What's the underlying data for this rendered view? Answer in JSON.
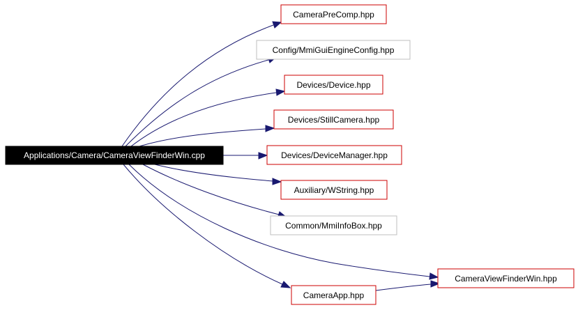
{
  "colors": {
    "root_fill": "#000000",
    "root_text": "#ffffff",
    "node_border_red": "#cc0000",
    "node_border_gray": "#bfbfbf",
    "edge": "#191970"
  },
  "root": {
    "label": "Applications/Camera/CameraViewFinderWin.cpp"
  },
  "nodes": [
    {
      "id": "camera-pre-comp",
      "label": "CameraPreComp.hpp",
      "border": "red"
    },
    {
      "id": "mmi-gui-engine-config",
      "label": "Config/MmiGuiEngineConfig.hpp",
      "border": "gray"
    },
    {
      "id": "devices-device",
      "label": "Devices/Device.hpp",
      "border": "red"
    },
    {
      "id": "devices-still-camera",
      "label": "Devices/StillCamera.hpp",
      "border": "red"
    },
    {
      "id": "devices-device-manager",
      "label": "Devices/DeviceManager.hpp",
      "border": "red"
    },
    {
      "id": "auxiliary-wstring",
      "label": "Auxiliary/WString.hpp",
      "border": "red"
    },
    {
      "id": "common-mmi-info-box",
      "label": "Common/MmiInfoBox.hpp",
      "border": "gray"
    },
    {
      "id": "camera-view-finder-win",
      "label": "CameraViewFinderWin.hpp",
      "border": "red"
    },
    {
      "id": "camera-app",
      "label": "CameraApp.hpp",
      "border": "red"
    }
  ],
  "edges": [
    {
      "from": "root",
      "to": "camera-pre-comp"
    },
    {
      "from": "root",
      "to": "mmi-gui-engine-config"
    },
    {
      "from": "root",
      "to": "devices-device"
    },
    {
      "from": "root",
      "to": "devices-still-camera"
    },
    {
      "from": "root",
      "to": "devices-device-manager"
    },
    {
      "from": "root",
      "to": "auxiliary-wstring"
    },
    {
      "from": "root",
      "to": "common-mmi-info-box"
    },
    {
      "from": "root",
      "to": "camera-view-finder-win"
    },
    {
      "from": "root",
      "to": "camera-app"
    },
    {
      "from": "camera-app",
      "to": "camera-view-finder-win"
    }
  ]
}
